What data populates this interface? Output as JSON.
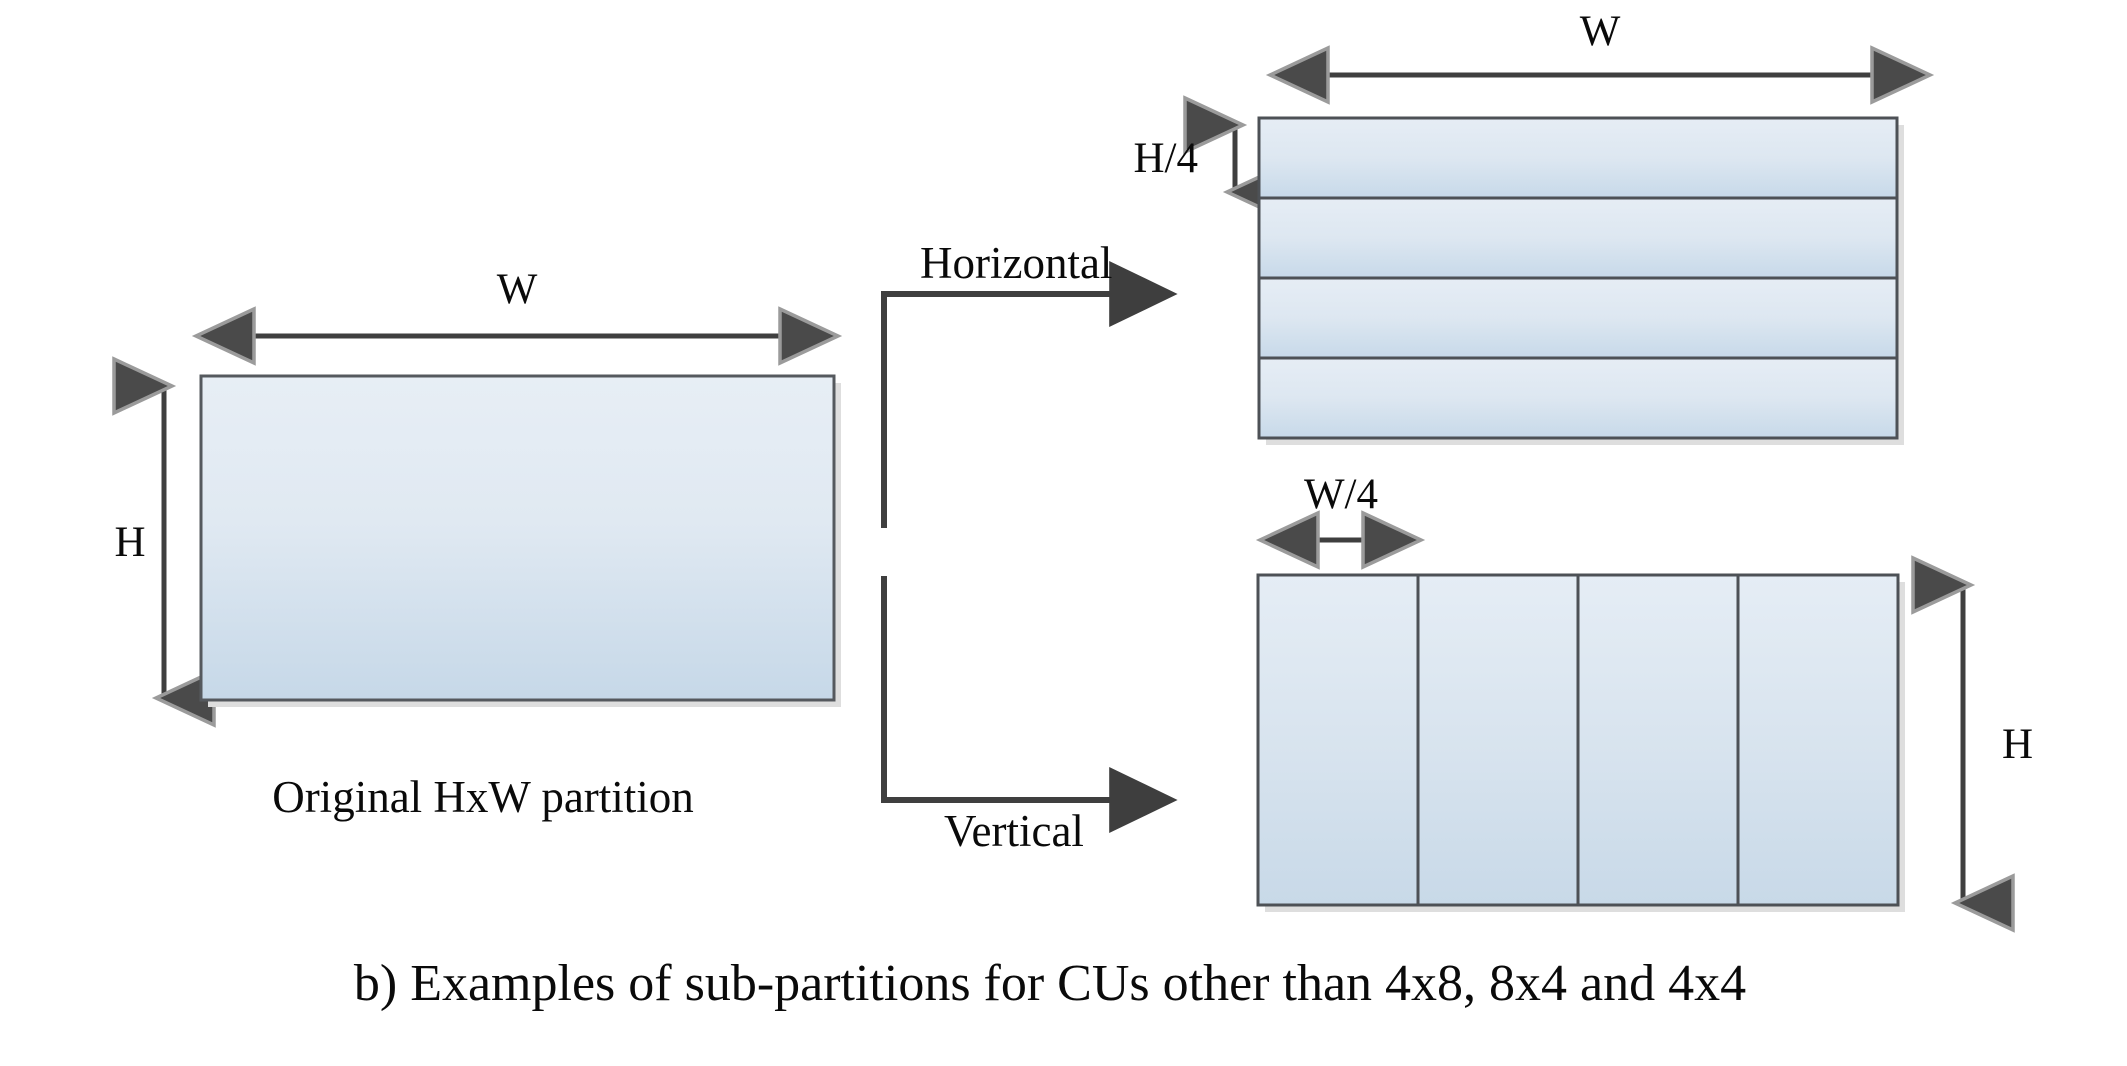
{
  "figure": {
    "caption": "b) Examples of sub-partitions for CUs other than 4x8, 8x4 and 4x4",
    "background_color": "#ffffff"
  },
  "colors": {
    "block_fill_top": "#e4ecf4",
    "block_fill_bottom": "#c7d9e9",
    "block_border": "#4d5156",
    "arrow_stroke": "#3f3f3f",
    "text": "#0a0a0a",
    "shadow": "#d9d9d9"
  },
  "original": {
    "title": "Original HxW partition",
    "width_label": "W",
    "height_label": "H"
  },
  "branches": {
    "horizontal_label": "Horizontal",
    "vertical_label": "Vertical"
  },
  "horizontal_partition": {
    "width_label": "W",
    "subheight_label": "H/4",
    "sub_partition_count": 4
  },
  "vertical_partition": {
    "subwidth_label": "W/4",
    "height_label": "H",
    "sub_partition_count": 4
  },
  "chart_data": {
    "type": "diagram",
    "title": "b) Examples of sub-partitions for CUs other than 4x8, 8x4 and 4x4",
    "nodes": [
      {
        "id": "original",
        "label": "Original HxW partition",
        "shape": "rectangle",
        "dimensions": {
          "width": "W",
          "height": "H"
        },
        "subdivisions": 1
      },
      {
        "id": "horizontal",
        "label": "Horizontal",
        "shape": "rectangle",
        "dimensions": {
          "width": "W",
          "sub_height": "H/4"
        },
        "subdivisions": 4,
        "orientation": "horizontal"
      },
      {
        "id": "vertical",
        "label": "Vertical",
        "shape": "rectangle",
        "dimensions": {
          "sub_width": "W/4",
          "height": "H"
        },
        "subdivisions": 4,
        "orientation": "vertical"
      }
    ],
    "edges": [
      {
        "from": "original",
        "to": "horizontal",
        "label": "Horizontal"
      },
      {
        "from": "original",
        "to": "vertical",
        "label": "Vertical"
      }
    ]
  }
}
